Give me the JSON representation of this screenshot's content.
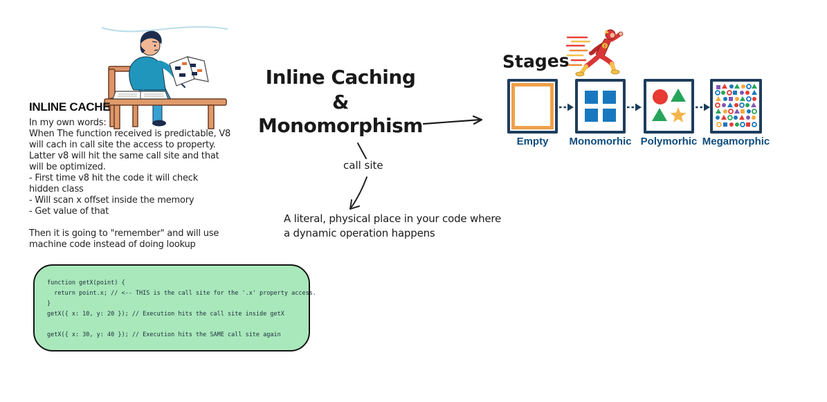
{
  "notes": {
    "heading": "INLINE CACHE",
    "body": "In my own words:\nWhen The function received is predictable, V8\nwill cach in call site the access to property.\nLatter v8 will hit the same call site and that\nwill be optimized.\n- First time v8 hit the code it will check\nhidden class\n- Will scan x offset inside the memory\n- Get value of that\n\nThen it is going to \"remember\" and will use\nmachine code instead of doing lookup"
  },
  "title": {
    "line1": "Inline Caching",
    "line2": "&",
    "line3": "Monomorphism"
  },
  "annotation": {
    "label": "call site",
    "definition": "A literal, physical place in your code where\na dynamic operation happens"
  },
  "stages": {
    "heading": "Stages",
    "items": [
      {
        "label": "Empty",
        "icon": "empty-square-icon"
      },
      {
        "label": "Monomorhic",
        "icon": "uniform-squares-icon"
      },
      {
        "label": "Polymorhic",
        "icon": "mixed-shapes-icon"
      },
      {
        "label": "Megamorphic",
        "icon": "many-scattered-shapes-icon"
      }
    ]
  },
  "code_block": {
    "code": "function getX(point) {\n  return point.x; // <-- THIS is the call site for the '.x' property access.\n}\ngetX({ x: 10, y: 20 }); // Execution hits the call site inside getX\n\ngetX({ x: 30, y: 40 }); // Execution hits the SAME call site again"
  },
  "illustrations": {
    "person": "person-reading-at-desk",
    "flash": "flash-running-superhero"
  },
  "colors": {
    "stage_border": "#1e3d5c",
    "stage_label": "#0f4d7c",
    "mono_blue": "#1878bf",
    "empty_orange": "#f0a04a",
    "poly_red": "#e73b34",
    "poly_green": "#27a45b",
    "star_orange": "#f5b54e",
    "mega_purple": "#7e57b5",
    "code_bg": "#a9e8bb",
    "ink": "#1f1f1f"
  }
}
